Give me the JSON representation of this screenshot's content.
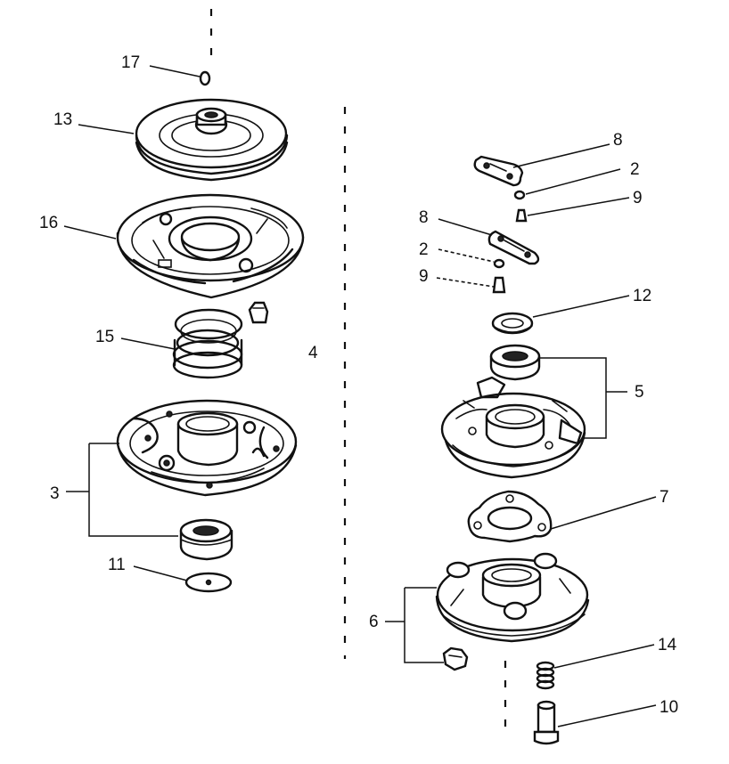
{
  "labels": {
    "part_17": "17",
    "part_13": "13",
    "part_16": "16",
    "part_15": "15",
    "part_4": "4",
    "part_3": "3",
    "part_11": "11",
    "part_8_top": "8",
    "part_2_top": "2",
    "part_9_top": "9",
    "part_8_mid": "8",
    "part_2_mid": "2",
    "part_9_mid": "9",
    "part_12": "12",
    "part_5": "5",
    "part_7": "7",
    "part_6": "6",
    "part_14": "14",
    "part_10": "10"
  }
}
